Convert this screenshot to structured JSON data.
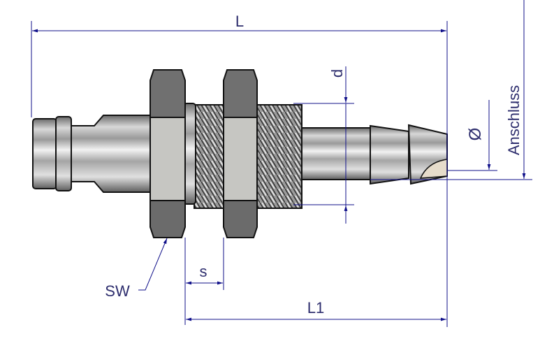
{
  "colors": {
    "dimension": "#10108a",
    "text": "#2e2e6e",
    "outline": "#111111",
    "nut_dark": "#6e6e6e",
    "nut_light": "#c9c9c6"
  },
  "dimensions": {
    "overall_length": "L",
    "length_from_nut": "L1",
    "thread_diameter": "d",
    "hose_diameter": "Ø",
    "connection": "Anschluss",
    "wall_thickness": "s",
    "wrench_size": "SW"
  }
}
